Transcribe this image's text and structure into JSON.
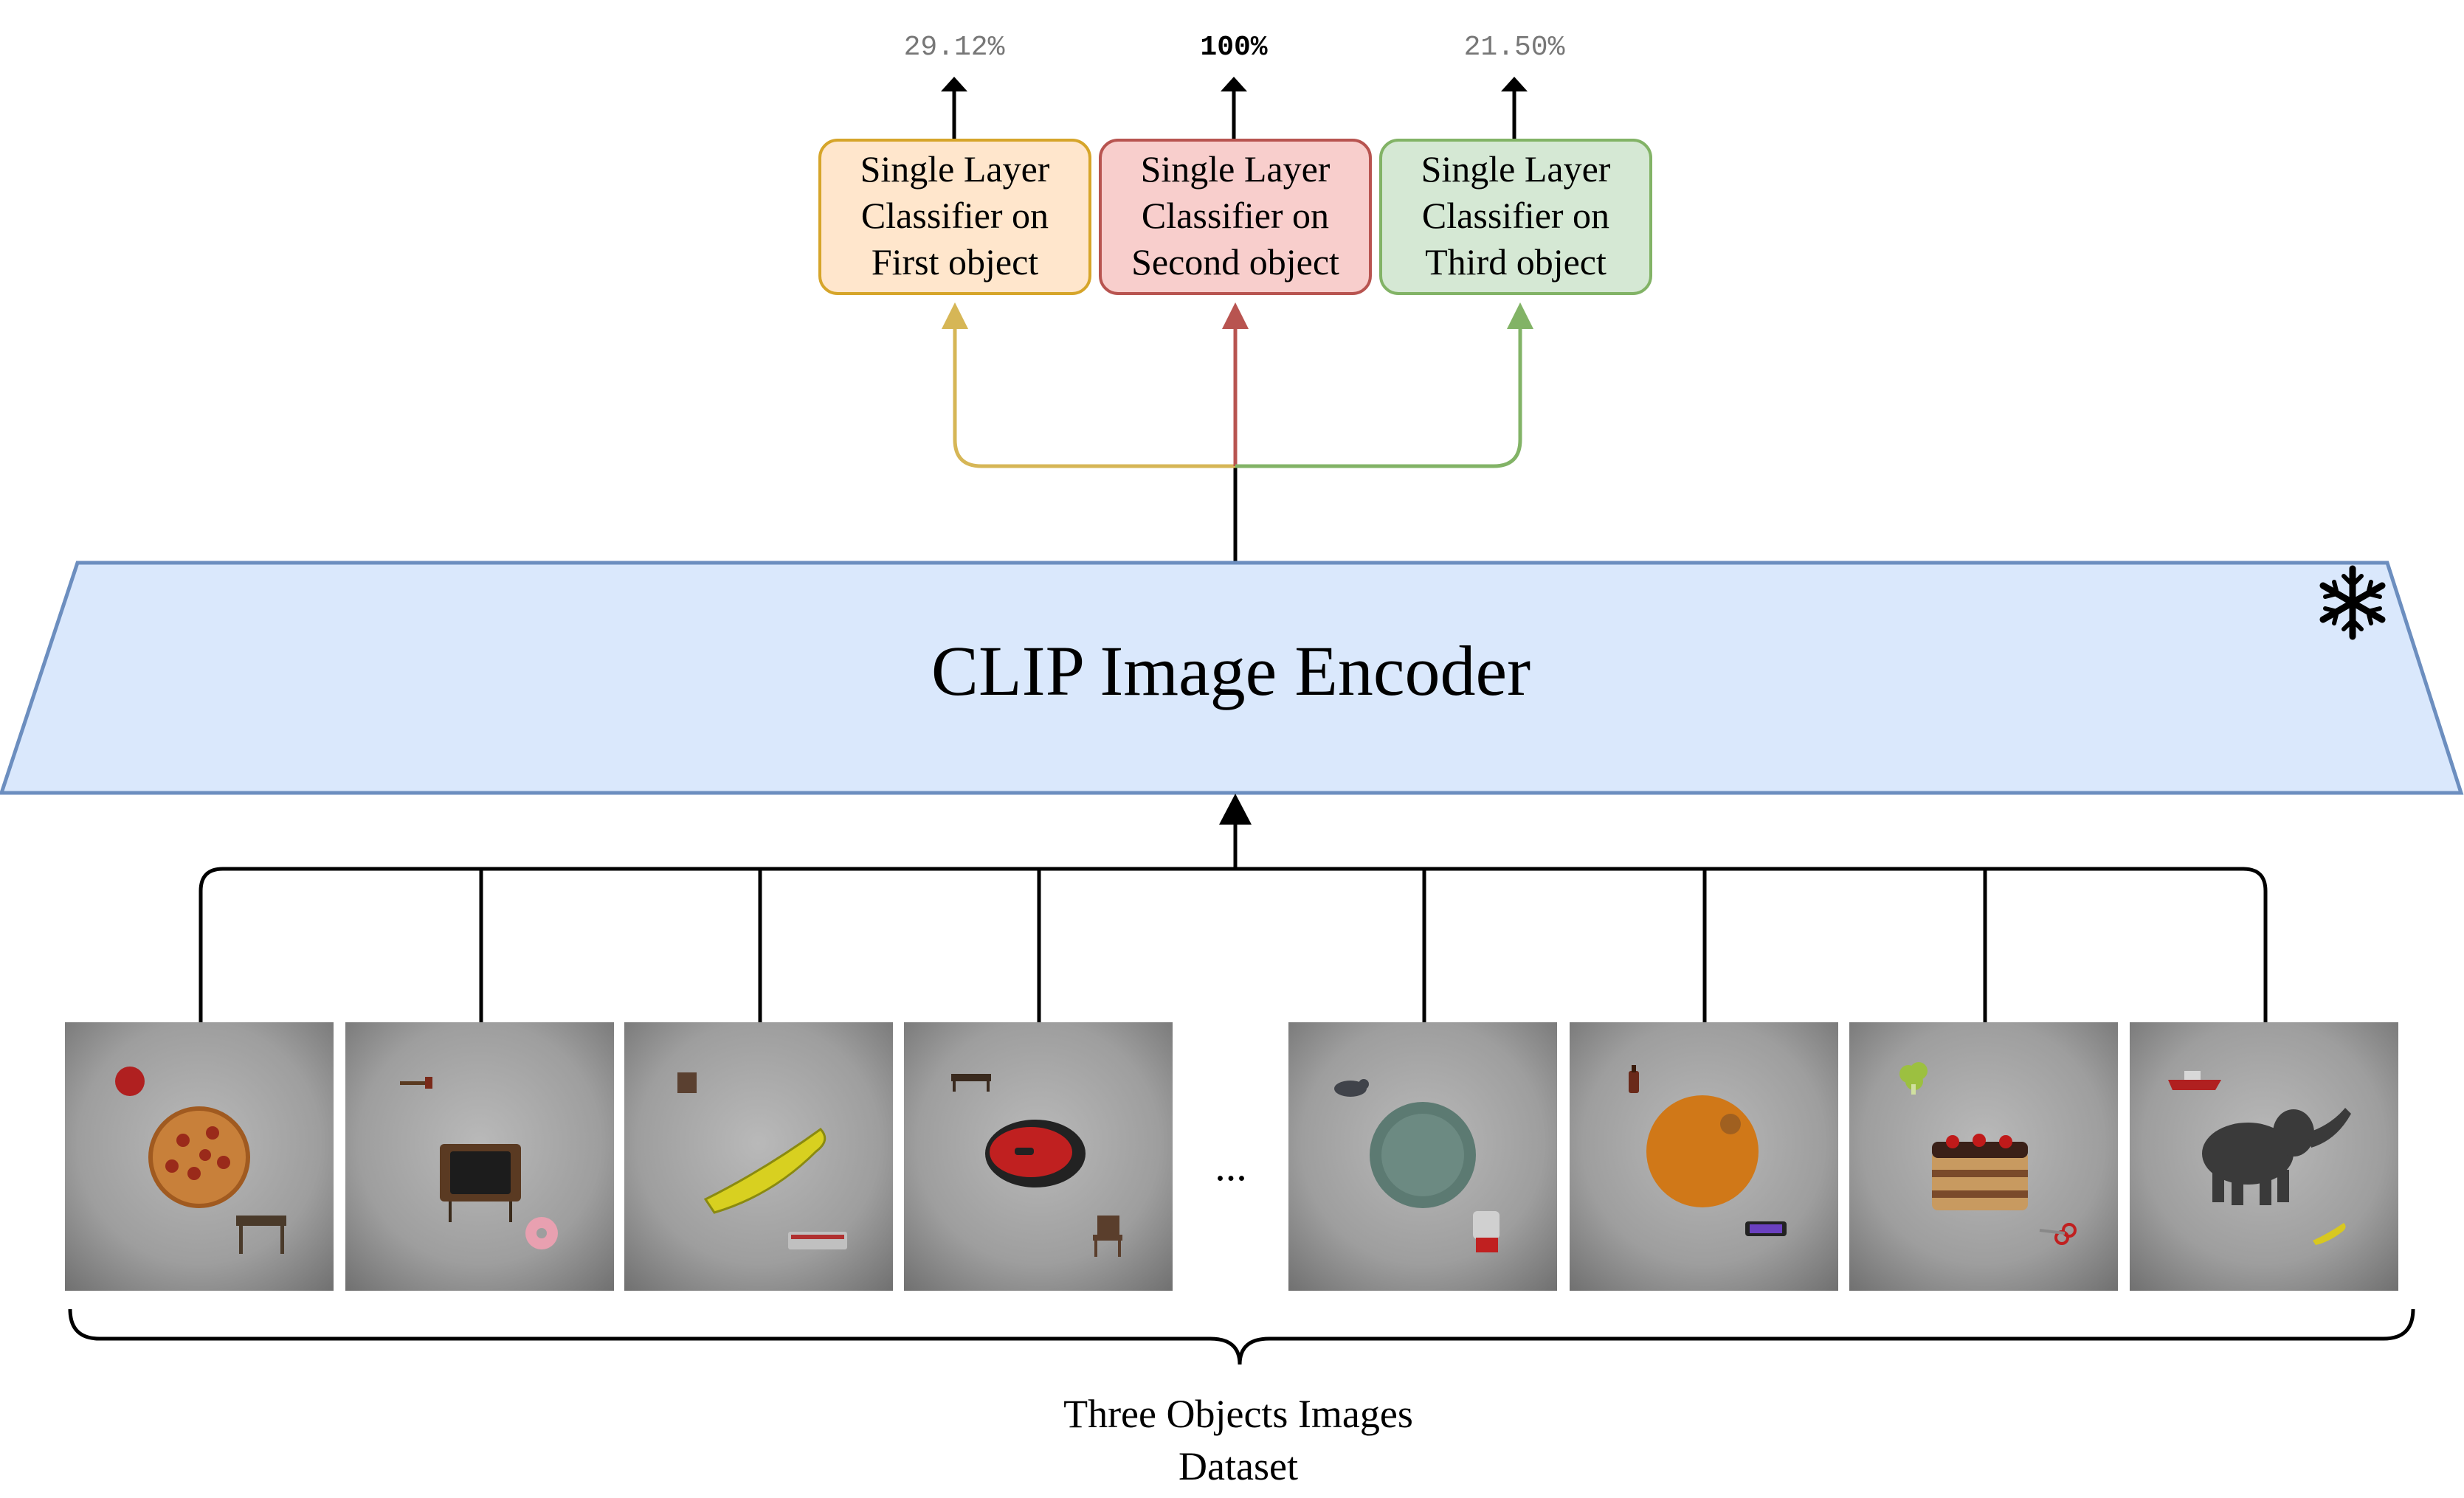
{
  "encoder": {
    "label": "CLIP Image Encoder",
    "frozen_icon": "snowflake-icon",
    "fill_color": "#dae8fc",
    "stroke_color": "#6c8ebf"
  },
  "classifiers": [
    {
      "lines": [
        "Single Layer",
        "Classifier on",
        "First object"
      ],
      "accuracy": "29.12%",
      "fill": "#ffe6cc",
      "stroke": "#d79b00",
      "arrow": "#d6b656"
    },
    {
      "lines": [
        "Single Layer",
        "Classifier on",
        "Second object"
      ],
      "accuracy": "100%",
      "fill": "#f8cecc",
      "stroke": "#b85450",
      "arrow": "#b85450"
    },
    {
      "lines": [
        "Single Layer",
        "Classifier on",
        "Third object"
      ],
      "accuracy": "21.50%",
      "fill": "#d5e8d4",
      "stroke": "#82b366",
      "arrow": "#82b366"
    }
  ],
  "dataset": {
    "images": [
      {
        "objects": [
          "apple",
          "pizza",
          "table"
        ]
      },
      {
        "objects": [
          "axe",
          "tv",
          "donut"
        ]
      },
      {
        "objects": [
          "box",
          "banana",
          "bus"
        ]
      },
      {
        "objects": [
          "bench",
          "mouse",
          "chair"
        ]
      },
      {
        "objects": [
          "bird",
          "plate",
          "blender"
        ]
      },
      {
        "objects": [
          "bottle",
          "orange",
          "phone"
        ]
      },
      {
        "objects": [
          "broccoli",
          "cake",
          "scissors"
        ]
      },
      {
        "objects": [
          "boat",
          "elephant",
          "banana"
        ]
      }
    ],
    "ellipsis": "...",
    "label_lines": [
      "Three Objects Images",
      "Dataset"
    ]
  }
}
